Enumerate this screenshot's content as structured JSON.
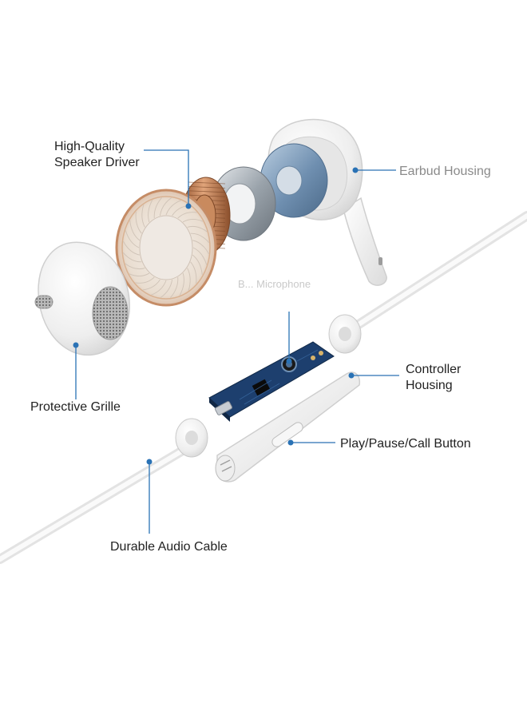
{
  "labels": {
    "speaker_driver_line1": "High-Quality",
    "speaker_driver_line2": "Speaker Driver",
    "earbud_housing": "Earbud Housing",
    "protective_grille": "Protective Grille",
    "controller_housing_line1": "Controller",
    "controller_housing_line2": "Housing",
    "play_pause_call_button": "Play/Pause/Call Button",
    "durable_audio_cable": "Durable Audio Cable",
    "faint_pcb_label": "B... Microphone"
  },
  "colors": {
    "leader": "#2a72b5",
    "pcb": "#1d3f6e",
    "copper": "#c98a5e",
    "steel": "#9aa3ab",
    "magnet": "#7f9cb8",
    "plastic": "#f4f4f4"
  }
}
